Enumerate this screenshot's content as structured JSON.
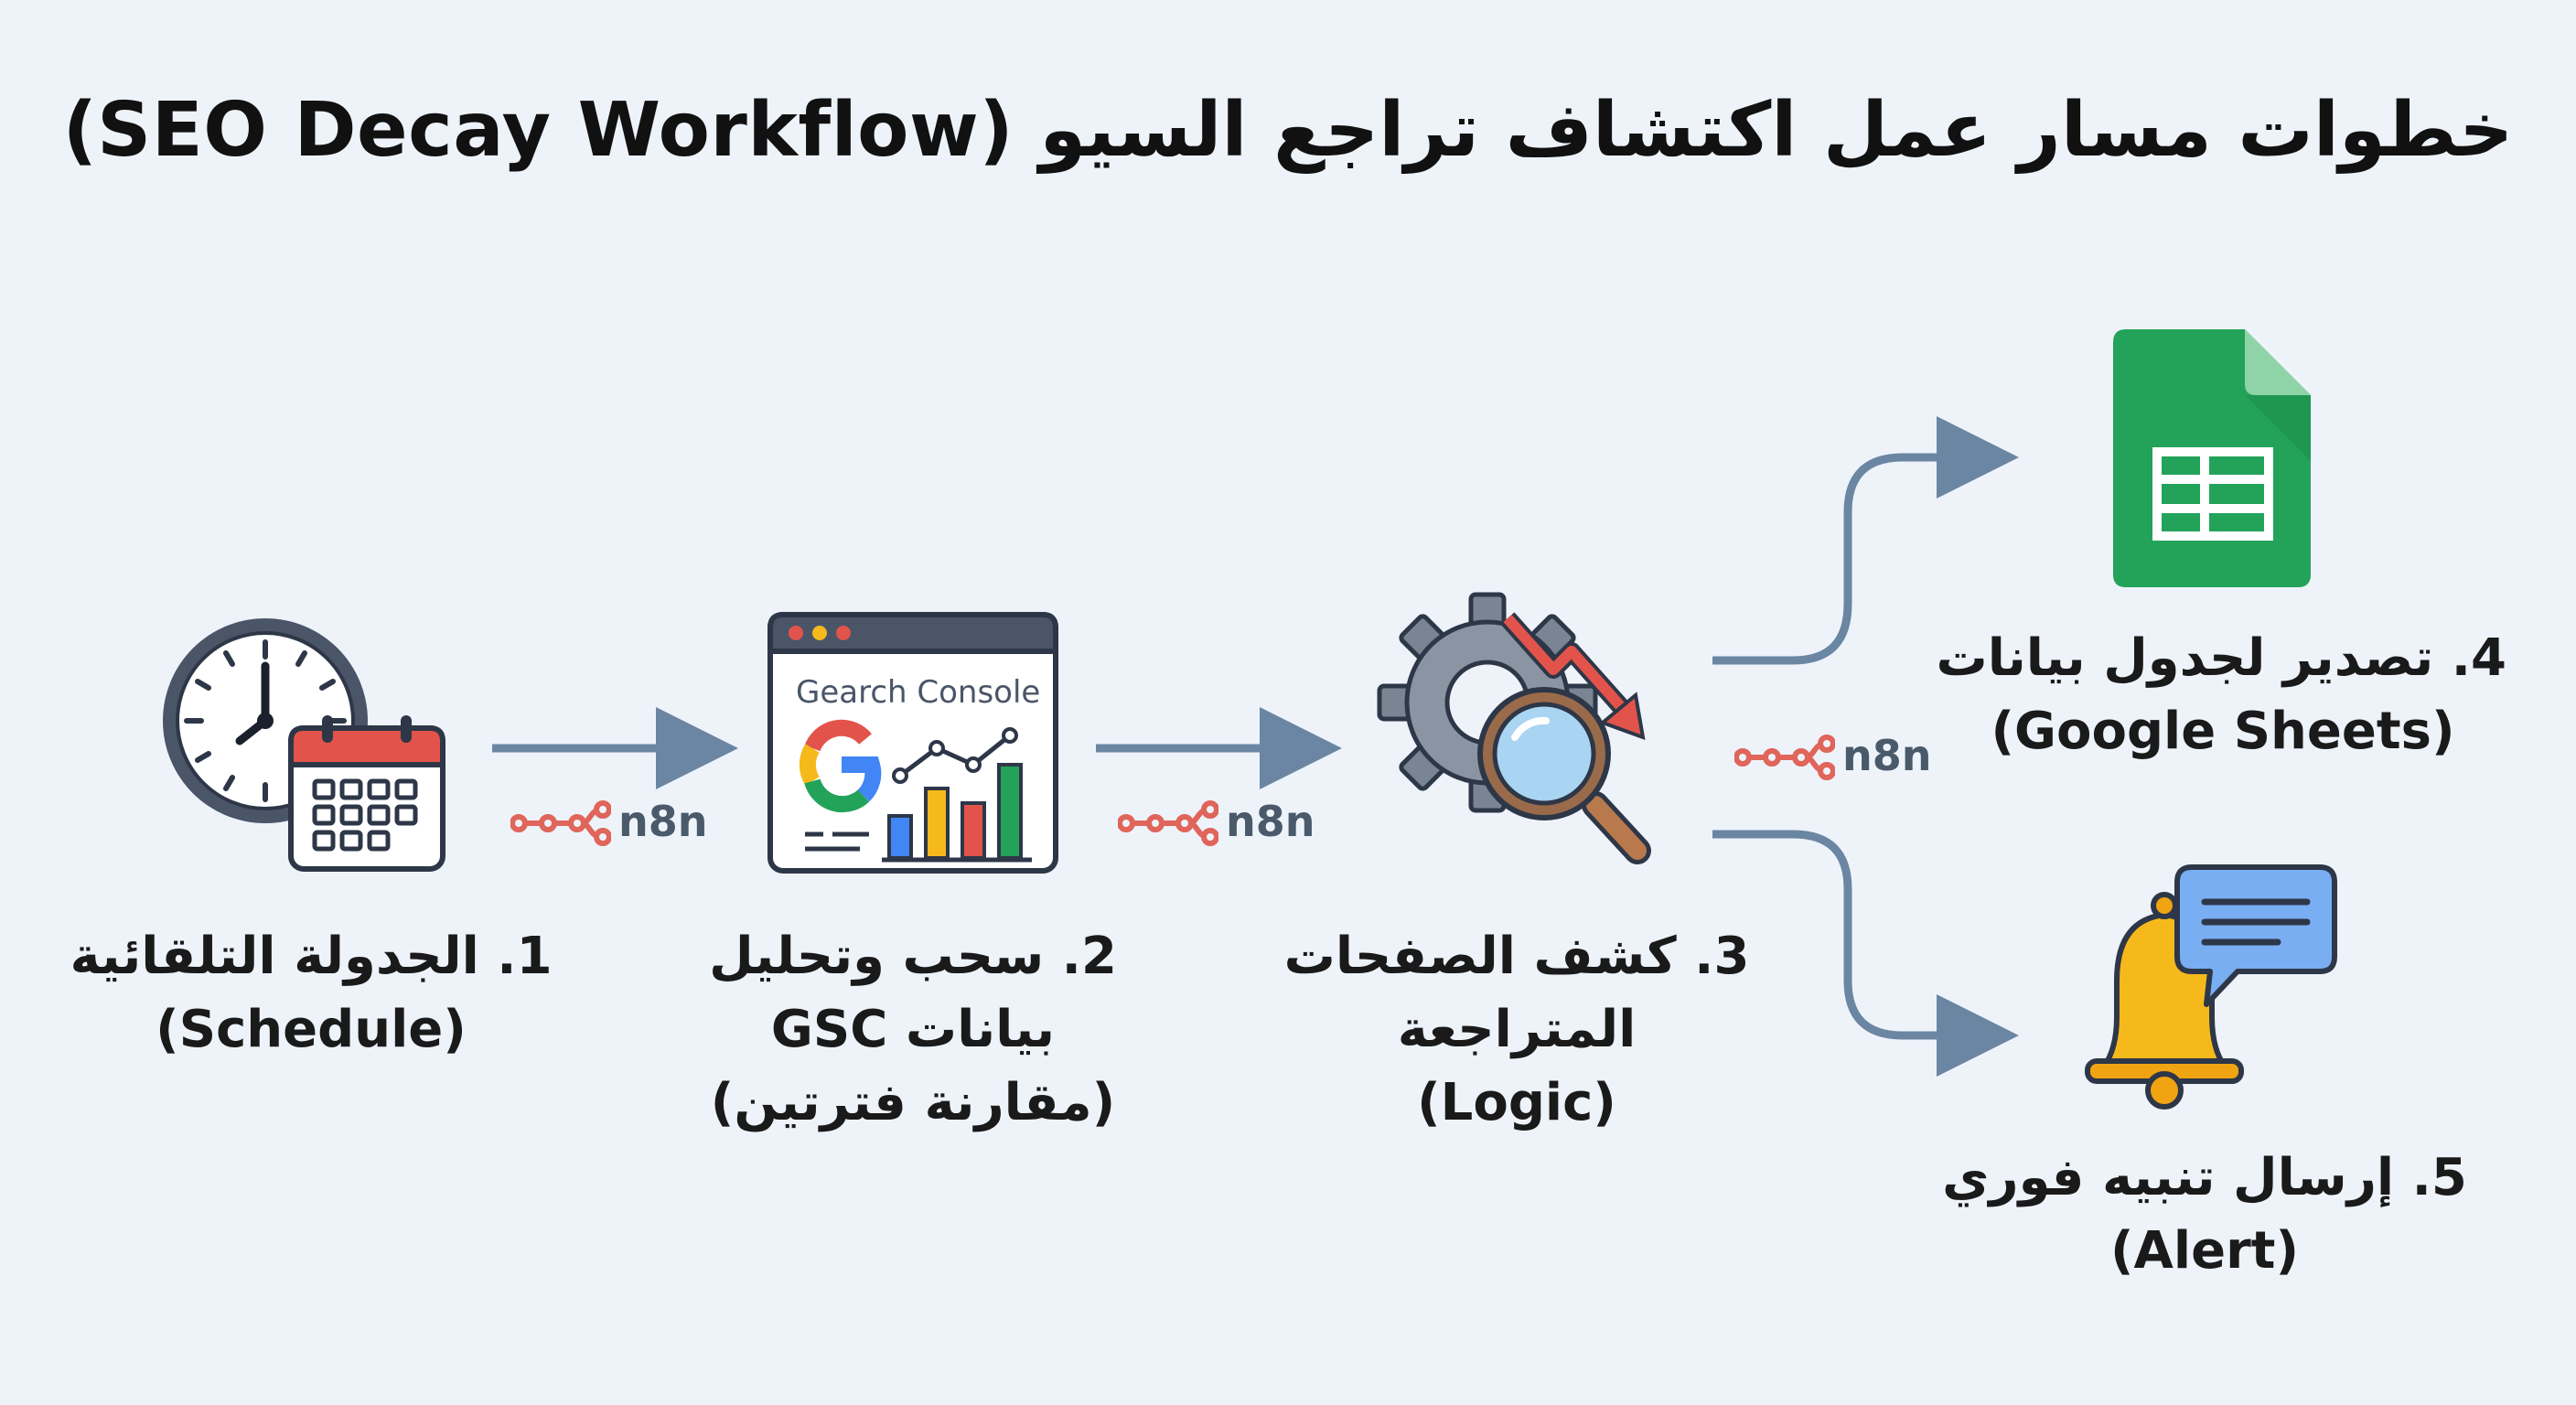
{
  "title": "خطوات مسار عمل اكتشاف تراجع السيو (SEO Decay Workflow)",
  "steps": [
    {
      "line1": "1. الجدولة التلقائية",
      "line2": "(Schedule)",
      "line3": "",
      "icon": "clock-calendar-icon"
    },
    {
      "line1": "2. سحب وتحليل",
      "line2": "بيانات GSC",
      "line3": "(مقارنة فترتين)",
      "icon": "search-console-browser-icon",
      "window_text": "Gearch Console"
    },
    {
      "line1": "3. كشف الصفحات",
      "line2": "المتراجعة",
      "line3": "(Logic)",
      "icon": "gear-magnifier-decline-icon"
    },
    {
      "line1": "4. تصدير لجدول بيانات",
      "line2": "(Google Sheets)",
      "line3": "",
      "icon": "google-sheets-icon"
    },
    {
      "line1": "5. إرسال تنبيه فوري",
      "line2": "(Alert)",
      "line3": "",
      "icon": "bell-message-icon"
    }
  ],
  "connector_label": "n8n",
  "colors": {
    "background": "#eef3fa",
    "arrow": "#6b86a3",
    "n8n_logo": "#e0655a",
    "sheets_green": "#23a35a",
    "calendar_red": "#e2544b",
    "bell_yellow": "#f6b91c",
    "chat_blue": "#79aef2"
  }
}
